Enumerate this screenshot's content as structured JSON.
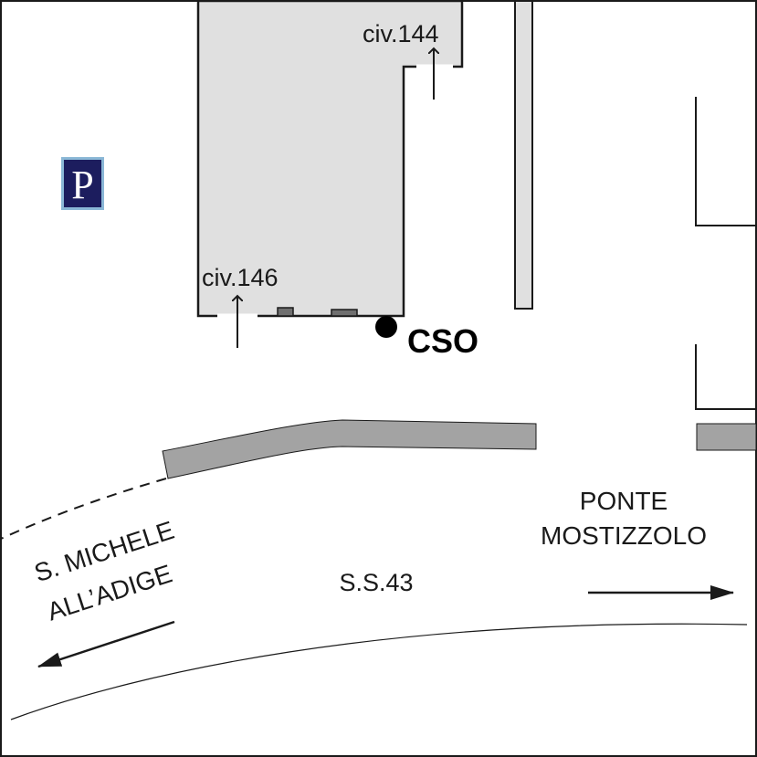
{
  "labels": {
    "civ144": "civ.144",
    "civ146": "civ.146",
    "cso": "CSO",
    "ponte_line1": "PONTE",
    "ponte_line2": "MOSTIZZOLO",
    "smichele_line1": "S. MICHELE",
    "smichele_line2": "ALL’ADIGE",
    "road": "S.S.43",
    "parking": "P"
  },
  "colors": {
    "building_fill": "#e0e0e0",
    "road_band": "#a3a3a3",
    "door_fill": "#6f6f6f",
    "parking_bg": "#1c1d5e",
    "parking_border": "#8ab7d6",
    "line": "#1a1a1a"
  },
  "icons": {
    "parking": "parking-sign-icon",
    "marker": "location-dot-icon"
  }
}
